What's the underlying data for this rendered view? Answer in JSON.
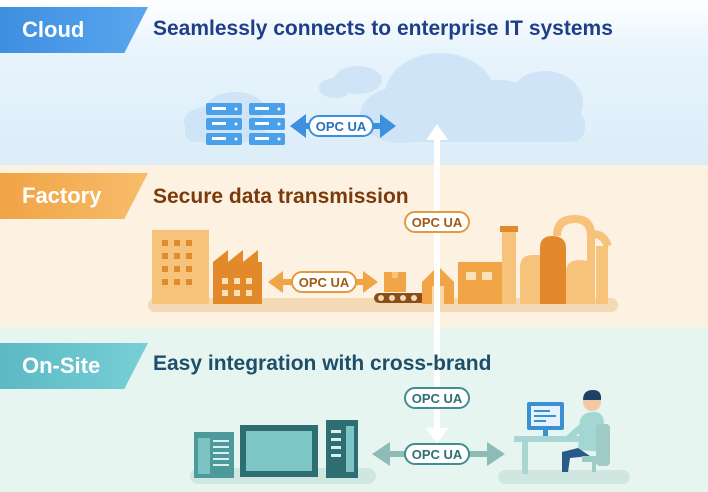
{
  "cloud": {
    "tag": "Cloud",
    "heading": "Seamlessly connects to enterprise IT systems",
    "protocol_label": "OPC UA"
  },
  "factory": {
    "tag": "Factory",
    "heading": "Secure data transmission",
    "protocol_label_vertical": "OPC UA",
    "protocol_label_horizontal": "OPC UA"
  },
  "onsite": {
    "tag": "On-Site",
    "heading": "Easy integration with cross-brand",
    "protocol_label_vertical": "OPC UA",
    "protocol_label_horizontal": "OPC UA"
  },
  "colors": {
    "cloud_accent": "#3d8fe0",
    "factory_accent": "#f0a445",
    "onsite_accent": "#5bb9c4"
  }
}
